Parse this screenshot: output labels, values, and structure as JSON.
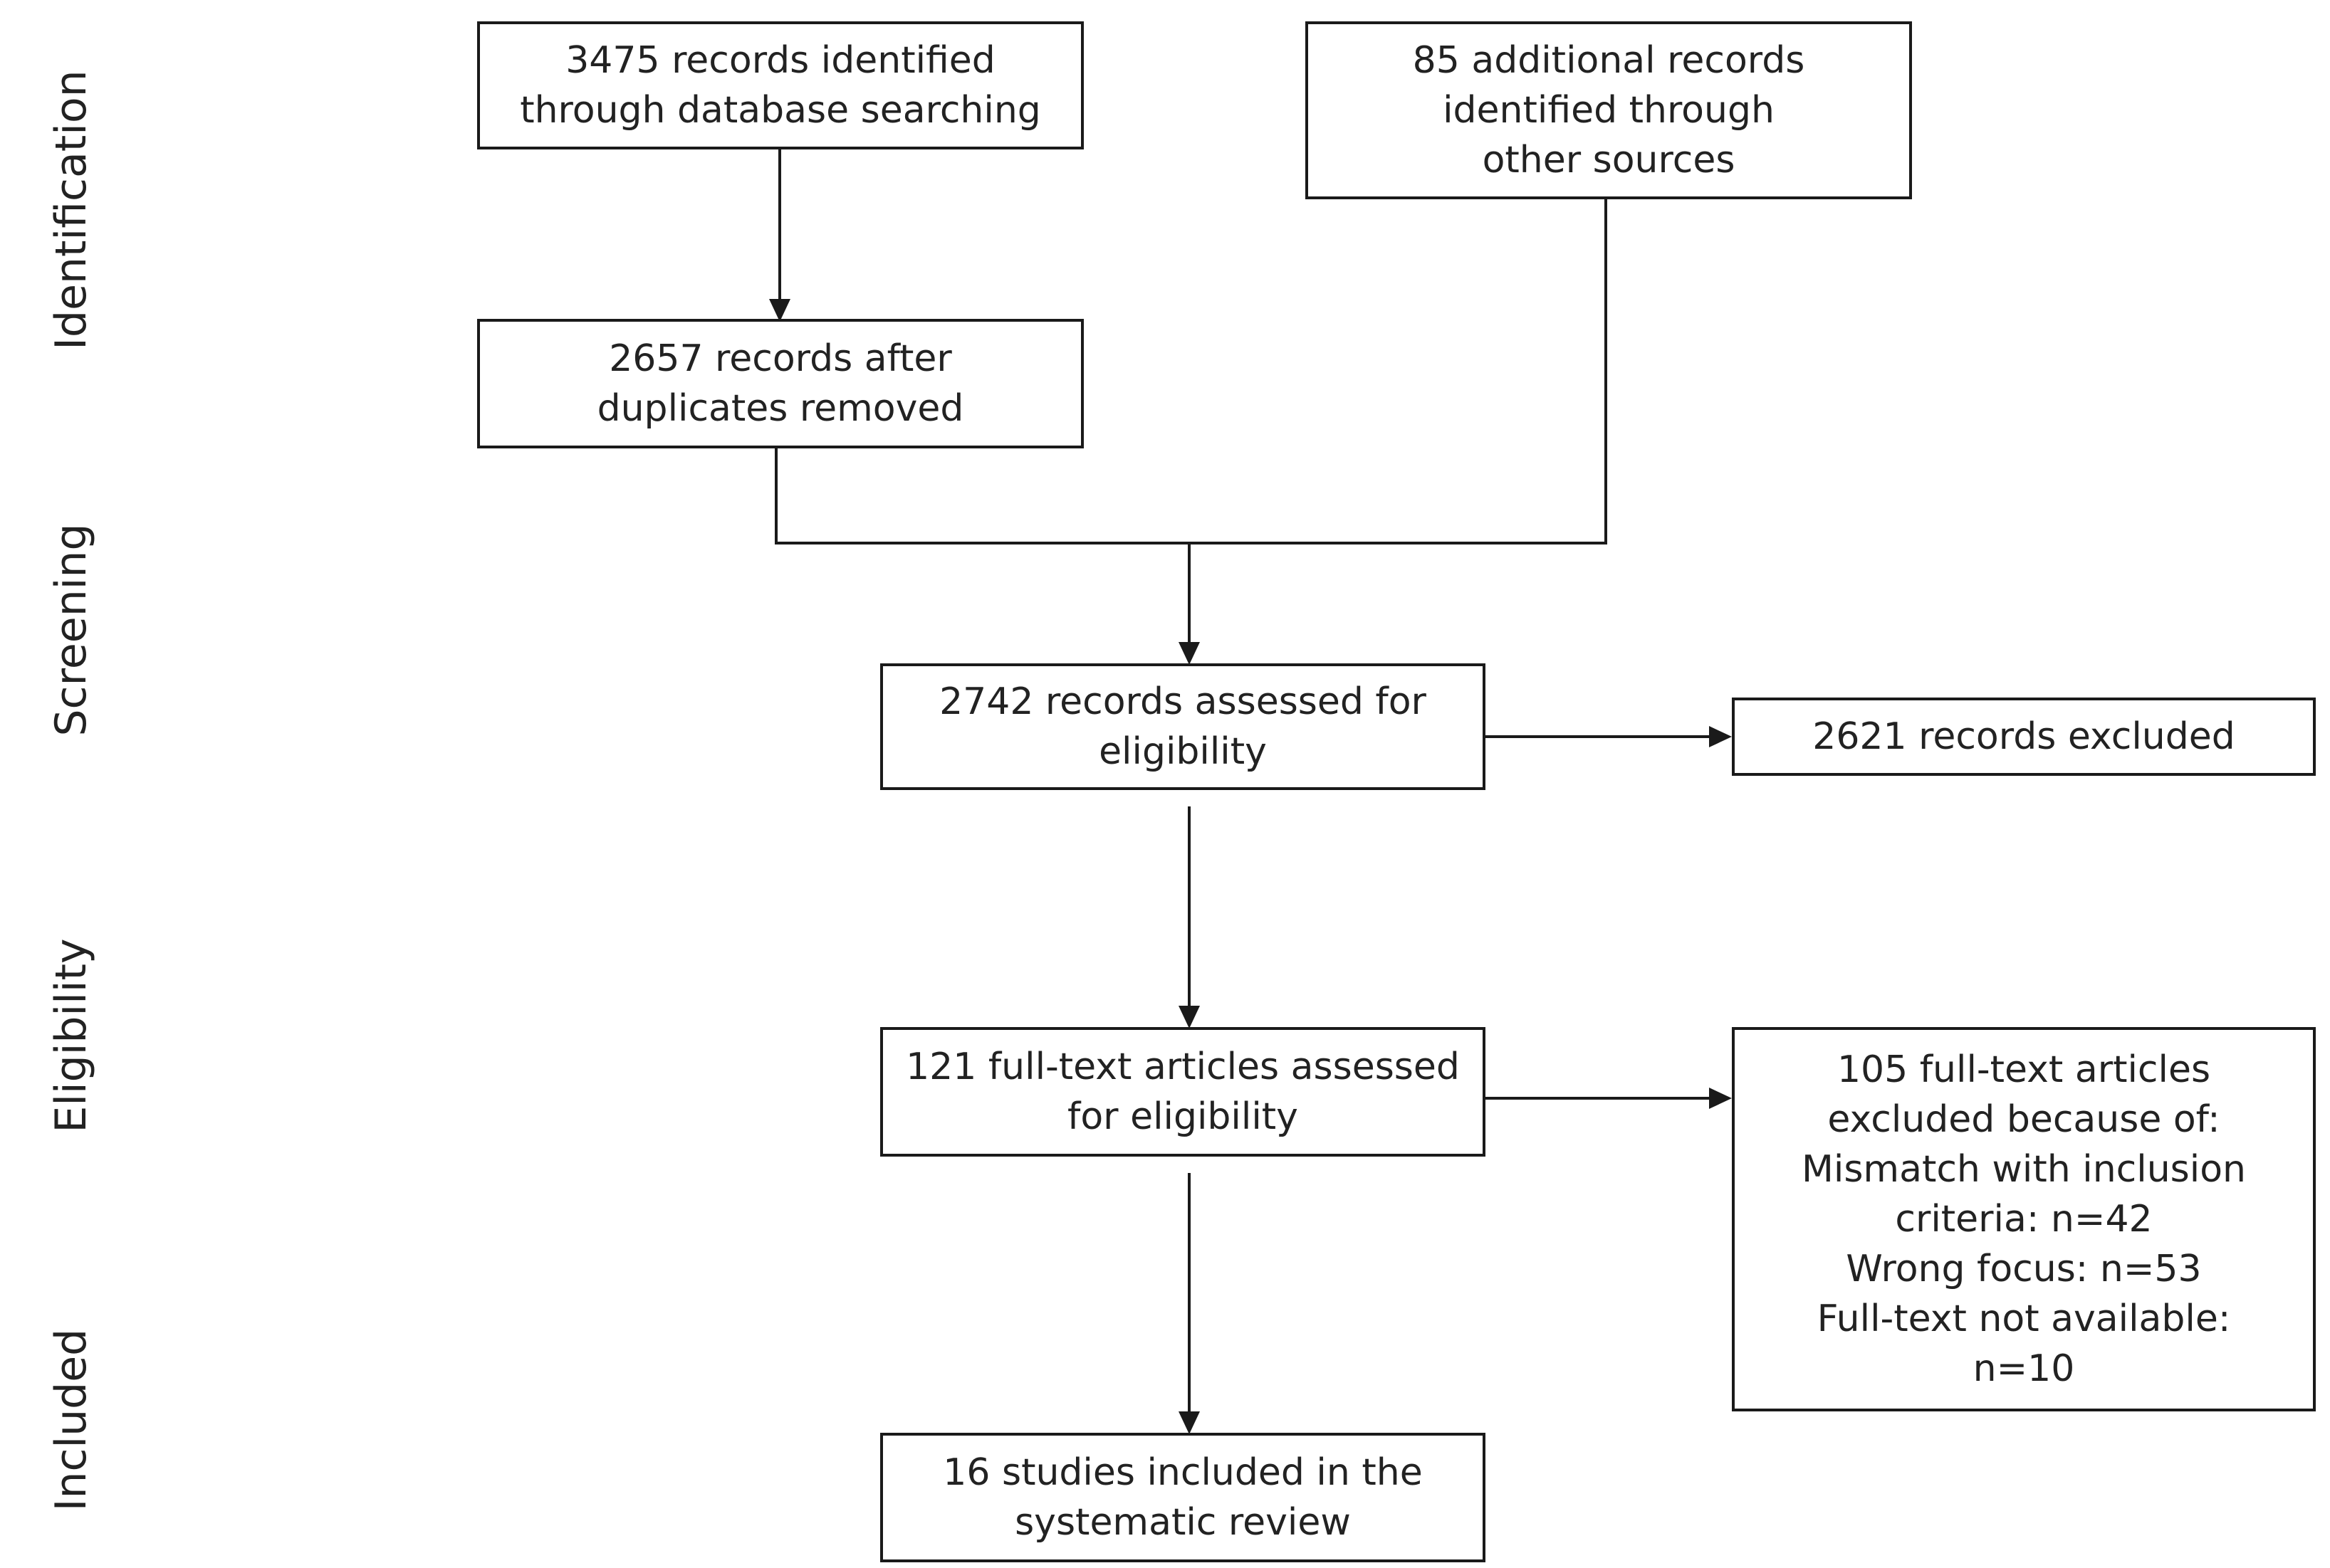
{
  "phases": {
    "identification": "Identification",
    "screening": "Screening",
    "eligibility": "Eligibility",
    "included": "Included"
  },
  "boxes": {
    "database": [
      "3475 records identified",
      "through database searching"
    ],
    "other_sources": [
      "85 additional records",
      "identified through",
      "other sources"
    ],
    "after_duplicates": [
      "2657 records after",
      "duplicates removed"
    ],
    "assessed": [
      "2742 records assessed for",
      "eligibility"
    ],
    "excluded_records": [
      "2621 records excluded"
    ],
    "full_text": [
      "121 full-text articles assessed",
      "for eligibility"
    ],
    "excluded_full_text": [
      "105 full-text articles",
      "excluded because of:",
      "Mismatch with inclusion",
      "criteria: n=42",
      "Wrong focus: n=53",
      "Full-text not available:",
      "n=10"
    ],
    "included": [
      "16 studies included in the",
      "systematic review"
    ]
  },
  "colors": {
    "line": "#1a1a1a",
    "text": "#222222"
  }
}
